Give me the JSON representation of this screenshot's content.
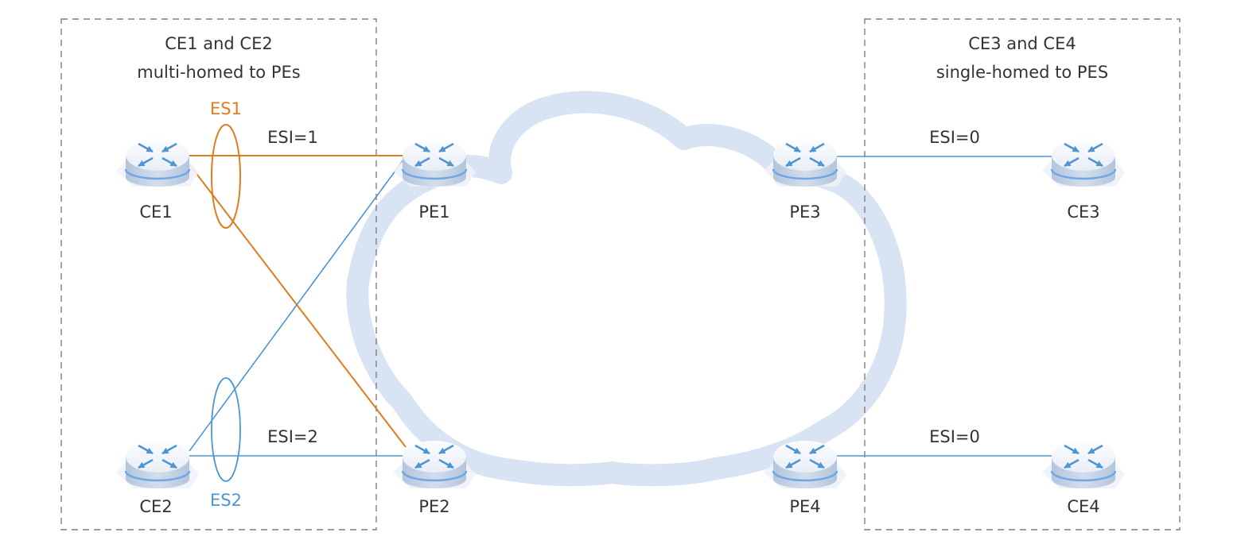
{
  "colors": {
    "orange": "#e07b1f",
    "blue": "#4e95d3",
    "cloud": "#d8e3f3",
    "dashed_box": "#7f7f7f",
    "text": "#333333"
  },
  "groups": {
    "left_title_line1": "CE1 and CE2",
    "left_title_line2": "multi-homed to PEs",
    "right_title_line1": "CE3 and CE4",
    "right_title_line2": "single-homed to PES"
  },
  "ethernet_segments": {
    "es1": "ES1",
    "es2": "ES2"
  },
  "link_labels": {
    "ce1_pe1": "ESI=1",
    "ce2_pe2": "ESI=2",
    "pe3_ce3": "ESI=0",
    "pe4_ce4": "ESI=0"
  },
  "devices": {
    "ce1": "CE1",
    "ce2": "CE2",
    "ce3": "CE3",
    "ce4": "CE4",
    "pe1": "PE1",
    "pe2": "PE2",
    "pe3": "PE3",
    "pe4": "PE4"
  },
  "device_icon": "router-icon"
}
